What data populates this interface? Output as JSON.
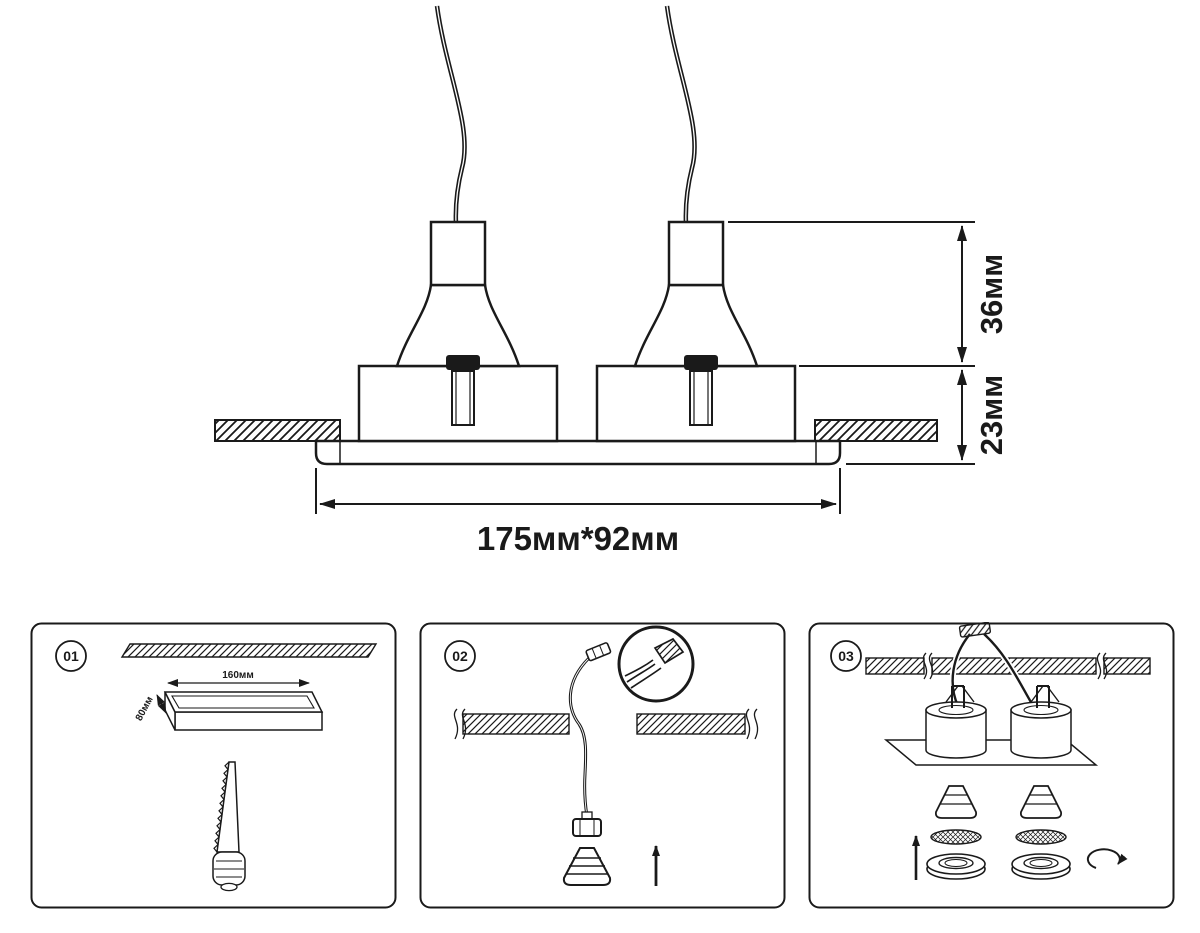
{
  "main_diagram": {
    "dim_height_top": "36мм",
    "dim_height_bottom": "23мм",
    "dim_width": "175мм*92мм"
  },
  "steps": [
    {
      "number": "01",
      "cutout_width": "160мм",
      "cutout_depth": "80мм"
    },
    {
      "number": "02"
    },
    {
      "number": "03"
    }
  ],
  "colors": {
    "ink": "#1a1a1a",
    "background": "#ffffff"
  }
}
